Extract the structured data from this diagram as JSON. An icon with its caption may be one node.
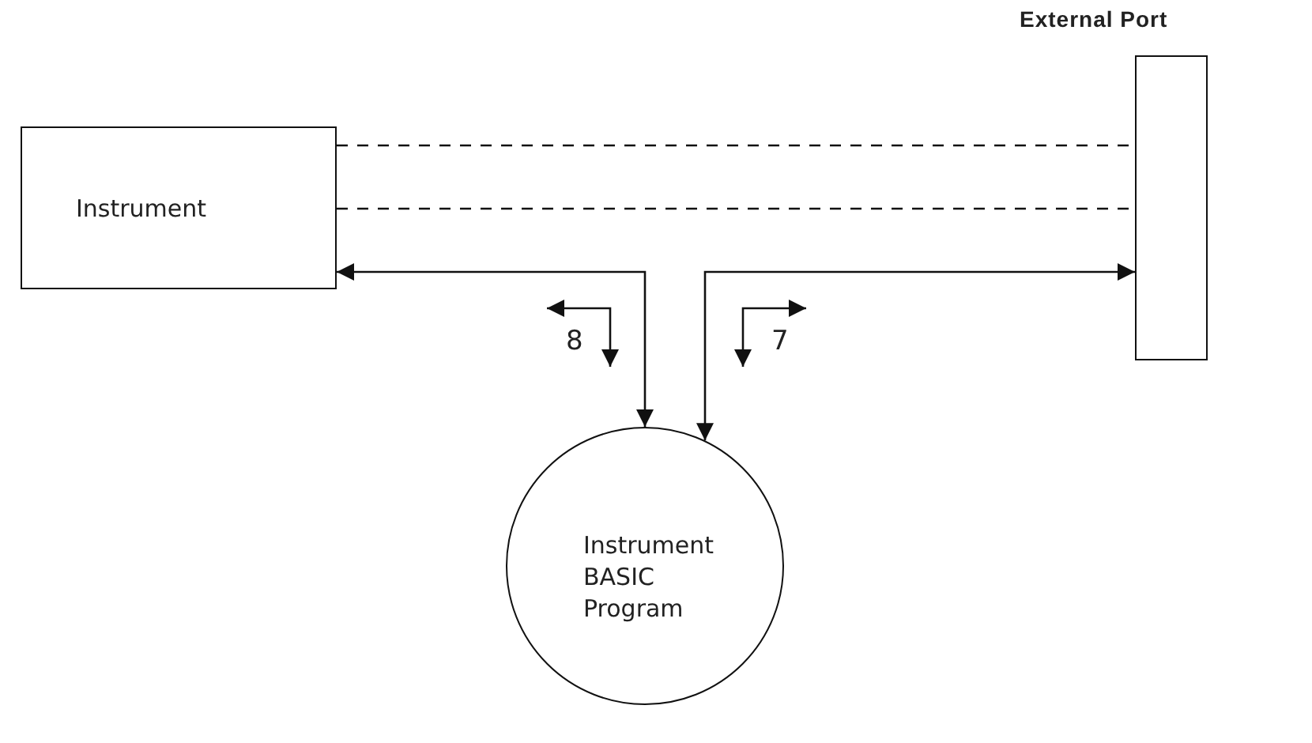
{
  "diagram": {
    "nodes": [
      {
        "text": [
          "Instrument"
        ]
      },
      {
        "text": [
          "External Port"
        ]
      },
      {
        "text": [
          "Instrument BASIC Program"
        ]
      }
    ],
    "edges": [
      {
        "from": 0,
        "to": 1,
        "arrow": "none",
        "style": "dashed"
      },
      {
        "from": 0,
        "to": 1,
        "arrow": "none",
        "style": "dashed"
      },
      {
        "from": 2,
        "to": 0,
        "arrow": "both"
      },
      {
        "from": 2,
        "to": 1,
        "arrow": "both"
      }
    ],
    "labels": [
      "8",
      "7"
    ]
  }
}
